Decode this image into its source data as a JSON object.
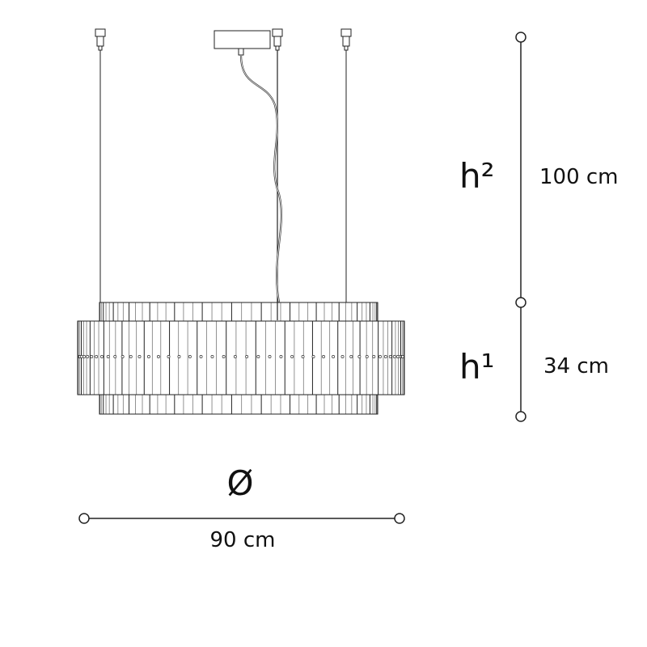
{
  "dimensions": {
    "height_suspension": {
      "symbol": "h²",
      "value": "100 cm"
    },
    "height_body": {
      "symbol": "h¹",
      "value": "34 cm"
    },
    "diameter": {
      "symbol": "Ø",
      "value": "90 cm"
    }
  },
  "colors": {
    "line": "#1a1a1a",
    "background": "#ffffff"
  }
}
